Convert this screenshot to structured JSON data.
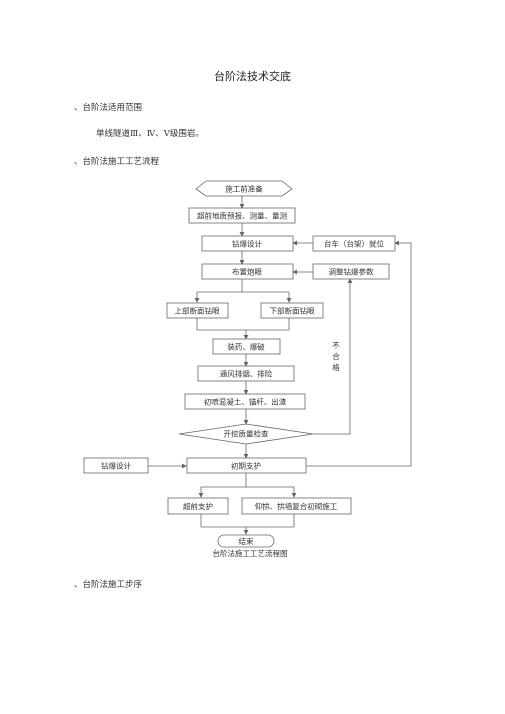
{
  "doc": {
    "title": "台阶法技术交底",
    "sections": [
      {
        "heading": "、台阶法适用范围",
        "body": "单线隧道Ⅲ、Ⅳ、Ⅴ级围岩。"
      },
      {
        "heading": "、台阶法施工工艺流程"
      },
      {
        "heading": "、台阶法施工步序"
      }
    ]
  },
  "flowchart": {
    "caption": "台阶法施工工艺流程图",
    "nodes": {
      "prep": "施工前准备",
      "geo": "超前地质预报、测量、量测",
      "design": "钻爆设计",
      "jumbo": "台车（台架）就位",
      "drill": "布置炮眼",
      "adjust": "调整钻爆参数",
      "upper": "上部断面钻眼",
      "lower": "下部断面钻眼",
      "blast": "装药、爆破",
      "vent": "通风排烟、排险",
      "spray": "初喷混凝土、锚杆、出渣",
      "inspect": "开挖质量检查",
      "design2": "钻爆设计",
      "support": "初期支护",
      "advance": "超前支护",
      "invert": "仰拱、拱墙复合初砌施工",
      "end": "结束",
      "fail": "不合格"
    }
  }
}
